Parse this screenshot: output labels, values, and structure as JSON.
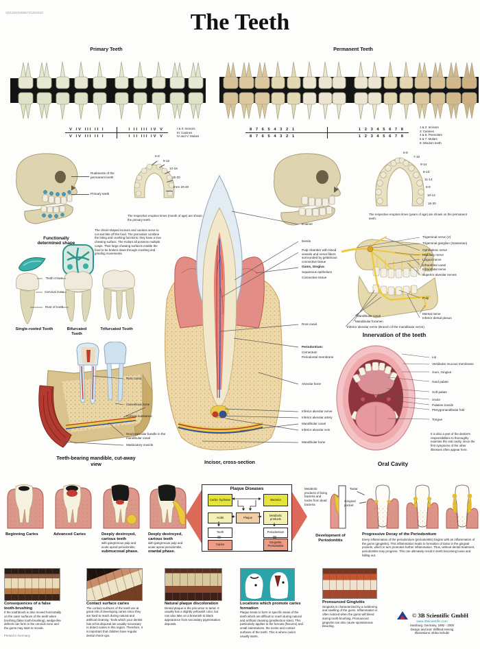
{
  "header": {
    "catalog": "VR1263/4006672/1001510",
    "title": "The Teeth"
  },
  "primary": {
    "title": "Primary Teeth",
    "numbering_left": "V IV III II I",
    "numbering_right": "I II III IV V",
    "legend": [
      "I & II: Incisors",
      "III: Canines",
      "IV and V: Molars"
    ]
  },
  "permanent": {
    "title": "Permanent Teeth",
    "numbering_left": "8 7 6 5 4 3 2 1",
    "numbering_right": "1 2 3 4 5 6 7 8",
    "legend": [
      "1 & 2: Incisors",
      "3: Canines",
      "4 & 5: Premolars",
      "6 & 7: Molars",
      "8: Wisdom teeth"
    ]
  },
  "primary_jaw": {
    "labels": [
      "Rudiments of the permanent teeth",
      "Primary teeth"
    ],
    "eruption": [
      "6-8",
      "8-12",
      "12-16",
      "15-20",
      "from 20-40"
    ],
    "caption": "The respective eruption times (month of age) are shown on the primary teeth."
  },
  "permanent_jaw": {
    "eruption": [
      "6-8",
      "7-10",
      "9-14",
      "9-13",
      "11-14",
      "6-8",
      "10-14",
      "16-30"
    ],
    "caption": "The respective eruption times (years of age) are shown on the permanent teeth."
  },
  "shape": {
    "note": "The chisel-shaped incisors and canines serve to cut and bite off the food. The premolars combine the biting and crushing functions; they have a true chewing surface. The molars all possess multiple cusps. Their large chewing surfaces enable the food to be broken down through crushing and grinding movements.",
    "heading": "Functionally determined shape",
    "parts": [
      "Tooth crown",
      "Cervical zone",
      "Root of tooth"
    ],
    "types": [
      "Single-rooted Tooth",
      "Bifurcated Tooth",
      "Trifurcated Tooth"
    ]
  },
  "mandible": {
    "heading": "Teeth-bearing mandible, cut-away view",
    "labels": [
      "Root canal",
      "Cancellous bone",
      "Cortical substance",
      "Neurovascular bundle in the mandibular canal",
      "Masticatory muscle"
    ]
  },
  "incisor": {
    "heading": "Incisor, cross-section",
    "labels": {
      "enamel": "Enamel",
      "dentin": "Dentin",
      "pulp": "Pulp chamber with blood vessels and nerve fibers surrounded by gelatinous connective tissue",
      "gums_title": "Gums, Gingiva:",
      "gums1": "Squamous epithelium",
      "gums2": "Connective tissue",
      "root_canal": "Root canal",
      "perio_title": "Periodontium:",
      "perio1": "Cementum",
      "perio2": "Periodontal membrane",
      "alveolar_bone": "Alveolar bone",
      "ian": "Inferior alveolar nerve",
      "iaa": "Inferior alveolar artery",
      "mand_canal": "Mandibular canal",
      "iav": "Inferior alveolar vein",
      "mand_bone": "Mandibular bone"
    }
  },
  "innervation": {
    "heading": "Innervation of the teeth",
    "right": [
      "Trigeminal nerve (V)",
      "Trigeminal ganglion (Gasserian)",
      "Ophthalmic nerve",
      "Maxillary nerve",
      "Lingual nerve",
      "Infraorbital canal",
      "Infraorbital nerve",
      "Superior alveolar nerves",
      "Pulp",
      "Mental nerve",
      "Inferior dental plexus"
    ],
    "left": [
      "Mandibular canal",
      "Mandibular foramen",
      "Inferior alveolar nerve (Branch of the mandibular nerve)"
    ]
  },
  "oral": {
    "heading": "Oral Cavity",
    "labels": [
      "Lip",
      "Vestibular mucous membrane",
      "Gum, Gingiva",
      "Hard palate",
      "Soft palate",
      "Uvula",
      "Palatine tonsils",
      "Pterygomandibular fold",
      "Tongue"
    ],
    "note": "It is also a part of the dentist's responsibilities to thoroughly examine the oral cavity, since the first symptoms of the other illnesses often appear here."
  },
  "caries": {
    "stages": [
      {
        "title": "Beginning Caries",
        "sub": "",
        "phase": ""
      },
      {
        "title": "Advanced Caries",
        "sub": "",
        "phase": ""
      },
      {
        "title": "Deeply destroyed, carious teeth",
        "sub": "with gangrenous pulp and acute apical periodontitis,",
        "phase": "submucosal phase."
      },
      {
        "title": "Deeply destroyed, carious teeth",
        "sub": "with gangrenous pulp and acute apical periodontitis,",
        "phase": "orantal phase."
      }
    ]
  },
  "plaque": {
    "title": "Plaque Diseases",
    "boxes": {
      "carbohydrates": "Carbo- hydrates",
      "bacteria": "Bacteria",
      "acids": "Acids",
      "plaque": "Plaque",
      "metabolic": "Metabolic products",
      "tooth": "Tooth",
      "periodontium": "Periodontium",
      "caries": "Caries",
      "gingivitis": "Gingivitis, Periodontitis"
    }
  },
  "perio_dev": {
    "side_note": "Metabolic products of living bacteria and toxins from dead bacteria",
    "heading": "Development of Periodontitis",
    "tartar": "Tartar",
    "pocket": "Gingival pocket"
  },
  "perio_decay": {
    "heading": "Progressive Decay of the Periodontium",
    "text": "Every inflammation of the periodontium (periodontitis) begins with an inflammation of the gums (gingivitis). This inflammation leads to formation of tartar in the gingival pockets, which in turn promotes further inflammation. Thus, without dental treatment, periodontitis may progress. This can ultimately result in teeth becoming loose and falling out."
  },
  "photos": {
    "items": [
      {
        "title": "Consequences of a false tooth-brushing",
        "text": "If the toothbrush is also moved horizontally on the outer surfaces of the teeth when brushing (false tooth-brushing), wedge-like defects can form in the cervical zone and the gums may start to recede."
      },
      {
        "title": "Contact surface caries",
        "text": "The contact surfaces of the teeth are at great risk of developing caries since they are hard to reach during natural and artificial cleaning. Tools which your dentist has at his disposal are usually necessary to detect caries in this region. Therefore, it is important that children have regular dental check-ups."
      },
      {
        "title": "Natural plaque discoloration",
        "text": "Dental plaque is the precursor to tartar. It usually has a slightly yellowish color, but can also take on a brownish to black appearance from secondary pigmentation deposits."
      },
      {
        "title": "Locations which promote caries formation",
        "text": "Plaque tends to form in specific areas of the teeth which are difficult to reach during natural and artificial cleaning (predilection sites). This particularly applies to the furrows (fissures) and small indentations, the necks and contact surfaces of the teeth. This is where caries usually starts."
      },
      {
        "title": "Pronounced Gingivitis",
        "text": "Gingivitis is characterized by a reddening and swelling of the gums. Inflammation is often noticed when the gums will bleed during tooth-brushing. Pronounced gingivitis can also cause spontaneous bleeding."
      }
    ]
  },
  "footer": {
    "printed": "Printed in Germany",
    "brand": "© 3B Scientific GmbH",
    "url": "www.3bscientific.com",
    "line1": "Hamburg, Germany, 1992 - 2000",
    "line2": "Design and text: Wilfried Hennig",
    "line3": "Illustrations: Ebba Schultz"
  },
  "colors": {
    "accent_red": "#dd6a58",
    "nerve_yellow": "#ecc94e",
    "bone": "#e3d7ae",
    "gum_pink": "#e2948c",
    "teal": "#2ba3a8"
  }
}
